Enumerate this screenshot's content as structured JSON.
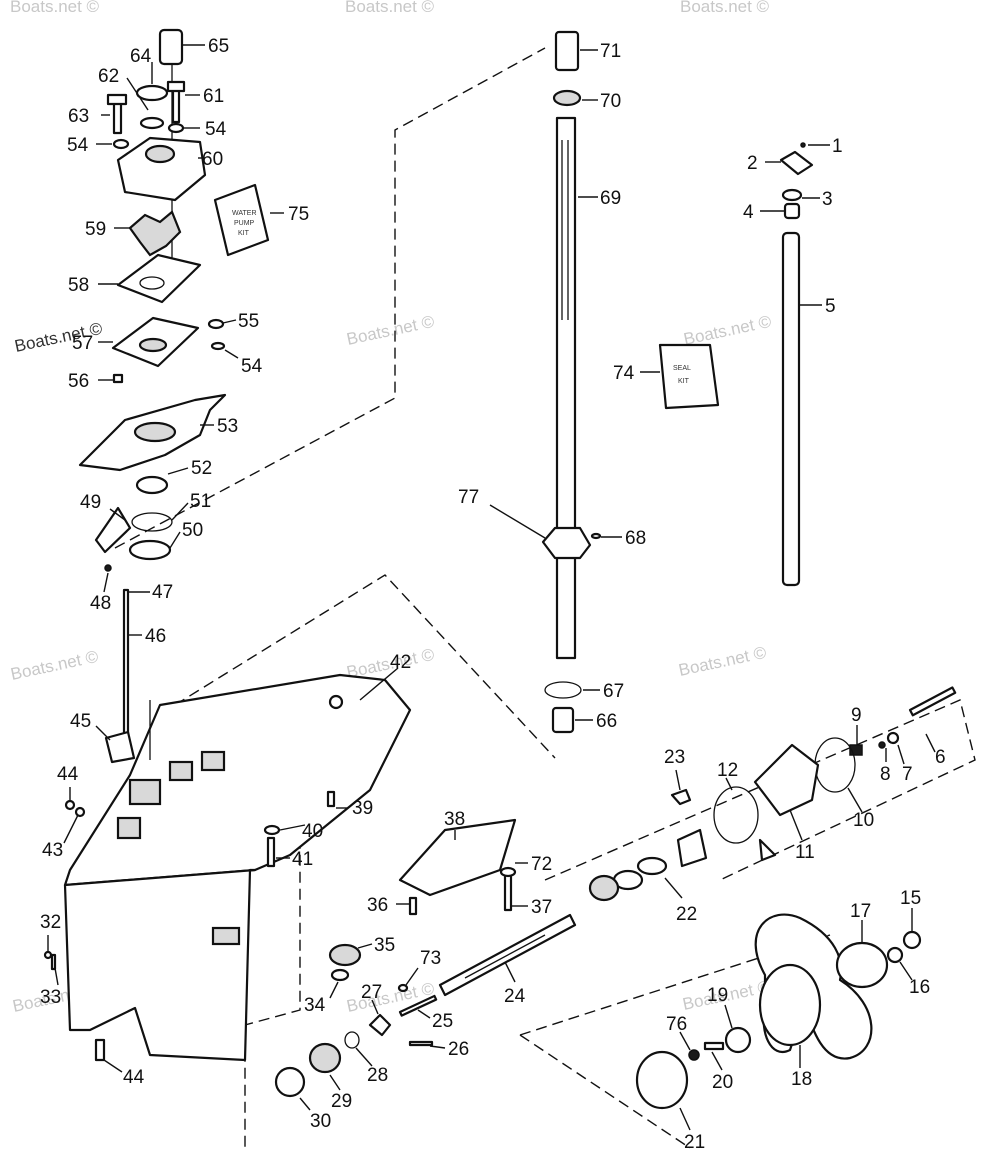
{
  "watermark": "Boats.net ©",
  "kits": {
    "water_pump": [
      "WATER",
      "PUMP",
      "KIT"
    ],
    "seal": [
      "SEAL",
      "KIT"
    ]
  },
  "callouts": [
    {
      "id": "65",
      "label": "65"
    },
    {
      "id": "64",
      "label": "64"
    },
    {
      "id": "62",
      "label": "62"
    },
    {
      "id": "61",
      "label": "61"
    },
    {
      "id": "63",
      "label": "63"
    },
    {
      "id": "54a",
      "label": "54"
    },
    {
      "id": "54b",
      "label": "54"
    },
    {
      "id": "60",
      "label": "60"
    },
    {
      "id": "75",
      "label": "75"
    },
    {
      "id": "59",
      "label": "59"
    },
    {
      "id": "58",
      "label": "58"
    },
    {
      "id": "55",
      "label": "55"
    },
    {
      "id": "57",
      "label": "57"
    },
    {
      "id": "54c",
      "label": "54"
    },
    {
      "id": "56",
      "label": "56"
    },
    {
      "id": "53",
      "label": "53"
    },
    {
      "id": "52",
      "label": "52"
    },
    {
      "id": "49",
      "label": "49"
    },
    {
      "id": "51",
      "label": "51"
    },
    {
      "id": "50",
      "label": "50"
    },
    {
      "id": "48",
      "label": "48"
    },
    {
      "id": "47",
      "label": "47"
    },
    {
      "id": "46",
      "label": "46"
    },
    {
      "id": "45",
      "label": "45"
    },
    {
      "id": "42",
      "label": "42"
    },
    {
      "id": "44a",
      "label": "44"
    },
    {
      "id": "43",
      "label": "43"
    },
    {
      "id": "39",
      "label": "39"
    },
    {
      "id": "40",
      "label": "40"
    },
    {
      "id": "41",
      "label": "41"
    },
    {
      "id": "32",
      "label": "32"
    },
    {
      "id": "33",
      "label": "33"
    },
    {
      "id": "44b",
      "label": "44"
    },
    {
      "id": "71",
      "label": "71"
    },
    {
      "id": "70",
      "label": "70"
    },
    {
      "id": "69",
      "label": "69"
    },
    {
      "id": "74",
      "label": "74"
    },
    {
      "id": "77",
      "label": "77"
    },
    {
      "id": "68",
      "label": "68"
    },
    {
      "id": "67",
      "label": "67"
    },
    {
      "id": "66",
      "label": "66"
    },
    {
      "id": "1",
      "label": "1"
    },
    {
      "id": "2",
      "label": "2"
    },
    {
      "id": "3",
      "label": "3"
    },
    {
      "id": "4",
      "label": "4"
    },
    {
      "id": "5",
      "label": "5"
    },
    {
      "id": "9",
      "label": "9"
    },
    {
      "id": "6",
      "label": "6"
    },
    {
      "id": "8",
      "label": "8"
    },
    {
      "id": "7",
      "label": "7"
    },
    {
      "id": "10",
      "label": "10"
    },
    {
      "id": "12",
      "label": "12"
    },
    {
      "id": "23",
      "label": "23"
    },
    {
      "id": "11",
      "label": "11"
    },
    {
      "id": "22",
      "label": "22"
    },
    {
      "id": "38",
      "label": "38"
    },
    {
      "id": "72",
      "label": "72"
    },
    {
      "id": "36",
      "label": "36"
    },
    {
      "id": "37",
      "label": "37"
    },
    {
      "id": "35",
      "label": "35"
    },
    {
      "id": "34",
      "label": "34"
    },
    {
      "id": "73",
      "label": "73"
    },
    {
      "id": "24",
      "label": "24"
    },
    {
      "id": "27",
      "label": "27"
    },
    {
      "id": "25",
      "label": "25"
    },
    {
      "id": "26",
      "label": "26"
    },
    {
      "id": "28",
      "label": "28"
    },
    {
      "id": "29",
      "label": "29"
    },
    {
      "id": "30",
      "label": "30"
    },
    {
      "id": "17",
      "label": "17"
    },
    {
      "id": "15",
      "label": "15"
    },
    {
      "id": "16",
      "label": "16"
    },
    {
      "id": "19",
      "label": "19"
    },
    {
      "id": "76",
      "label": "76"
    },
    {
      "id": "20",
      "label": "20"
    },
    {
      "id": "18",
      "label": "18"
    },
    {
      "id": "21",
      "label": "21"
    }
  ]
}
